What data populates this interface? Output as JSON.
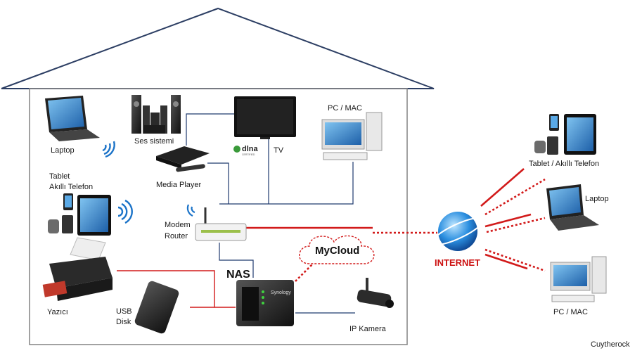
{
  "labels": {
    "laptop_home": "Laptop",
    "ses_sistemi": "Ses sistemi",
    "tv": "TV",
    "dlna": "dlna",
    "dlna_sub": "CERTIFIED",
    "pc_mac_home": "PC / MAC",
    "tablet_home_1": "Tablet",
    "tablet_home_2": "Akıllı Telefon",
    "media_player": "Media Player",
    "modem_1": "Modem",
    "modem_2": "Router",
    "mycloud": "MyCloud",
    "nas": "NAS",
    "nas_brand": "Synology",
    "yazici": "Yazıcı",
    "usb_1": "USB",
    "usb_2": "Disk",
    "ip_kamera": "IP Kamera",
    "internet": "INTERNET",
    "tablet_remote": "Tablet / Akıllı Telefon",
    "laptop_remote": "Laptop",
    "pc_mac_remote": "PC / MAC",
    "credit": "Cuytherock"
  },
  "colors": {
    "house": "#2c3e63",
    "wall": "#8a8a8a",
    "lan": "#1f3a6e",
    "wan": "#d21a1a",
    "wifi": "#1b73c8"
  }
}
